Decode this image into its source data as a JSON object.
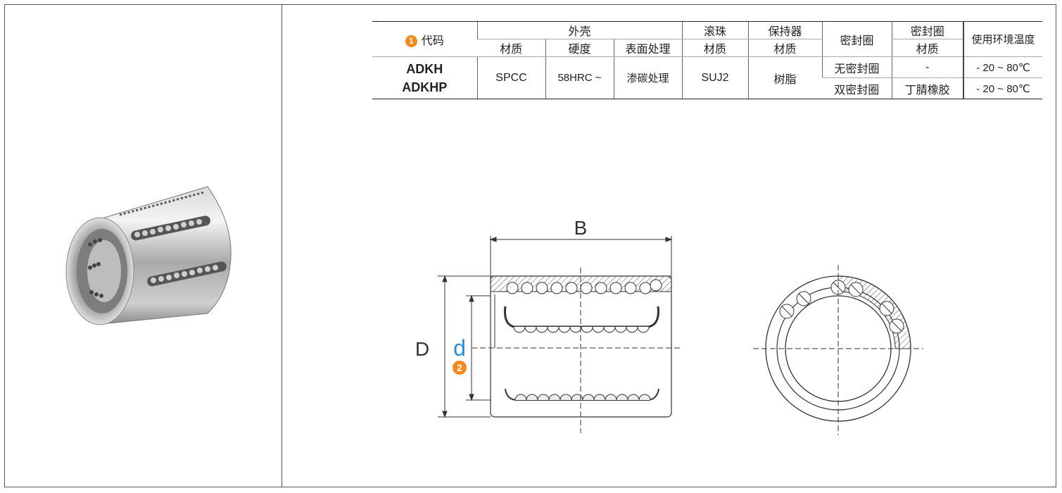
{
  "table": {
    "code_header": "代码",
    "code_marker": "1",
    "shell_header": "外壳",
    "ball_header": "滚珠",
    "retainer_header": "保持器",
    "seal_header": "密封圈",
    "seal_material_header": "密封圈",
    "temp_header": "使用环境温度",
    "material": "材质",
    "hardness": "硬度",
    "surface": "表面处理",
    "ball_material": "材质",
    "retainer_material": "材质",
    "seal_sub_material": "材质",
    "codes": [
      "ADKH",
      "ADKHP"
    ],
    "shell_material_value": "SPCC",
    "hardness_value": "58HRC ~",
    "surface_value": "渗碳处理",
    "ball_value": "SUJ2",
    "retainer_value": "树脂",
    "rows": [
      {
        "seal": "无密封圈",
        "seal_material": "-",
        "temp": "- 20 ~ 80℃"
      },
      {
        "seal": "双密封圈",
        "seal_material": "丁腈橡胶",
        "temp": "- 20 ~ 80℃"
      }
    ]
  },
  "drawing": {
    "label_B": "B",
    "label_D": "D",
    "label_d": "d",
    "marker_2": "2"
  },
  "colors": {
    "accent_orange": "#f08a1d",
    "code_blue": "#2e8bd0"
  }
}
